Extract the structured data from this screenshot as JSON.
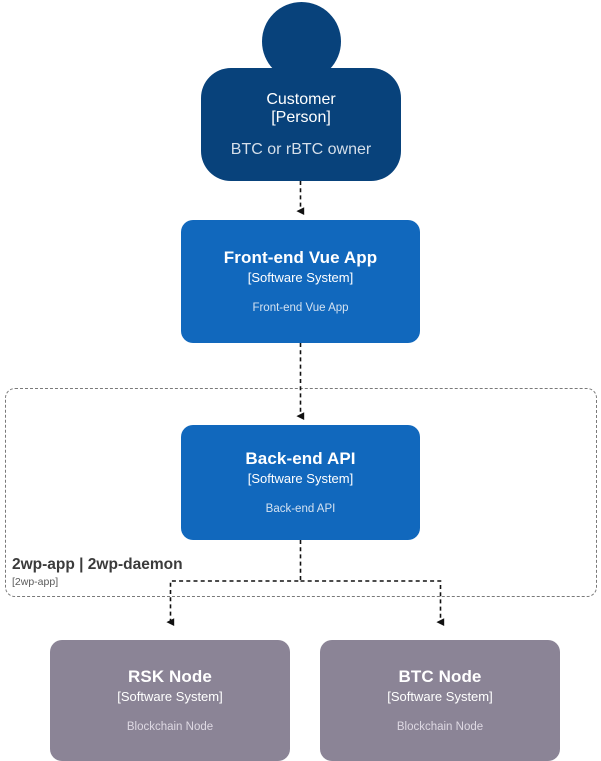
{
  "diagram": {
    "type": "c4-context",
    "colors": {
      "person": "#08427B",
      "software_system": "#1168BD",
      "external_node": "#8B8496",
      "boundary_border": "#7a7a7a",
      "connector": "#000000",
      "background": "#ffffff"
    }
  },
  "nodes": {
    "customer": {
      "title": "Customer",
      "subtitle": "[Person]",
      "description": "BTC or rBTC owner",
      "shape": "person"
    },
    "frontend": {
      "title": "Front-end Vue App",
      "subtitle": "[Software System]",
      "description": "Front-end Vue App",
      "shape": "rounded-box"
    },
    "backend": {
      "title": "Back-end API",
      "subtitle": "[Software System]",
      "description": "Back-end API",
      "shape": "rounded-box"
    },
    "rsk_node": {
      "title": "RSK Node",
      "subtitle": "[Software System]",
      "description": "Blockchain Node",
      "shape": "rounded-box"
    },
    "btc_node": {
      "title": "BTC Node",
      "subtitle": "[Software System]",
      "description": "Blockchain Node",
      "shape": "rounded-box"
    }
  },
  "boundary": {
    "title": "2wp-app | 2wp-daemon",
    "subtitle": "[2wp-app]",
    "style": "dashed"
  },
  "relationships": [
    {
      "from": "customer",
      "to": "frontend",
      "label": "",
      "style": "dashed-arrow"
    },
    {
      "from": "frontend",
      "to": "backend",
      "label": "",
      "style": "dashed-arrow"
    },
    {
      "from": "backend",
      "to": "rsk_node",
      "label": "",
      "style": "dashed-arrow"
    },
    {
      "from": "backend",
      "to": "btc_node",
      "label": "",
      "style": "dashed-arrow"
    }
  ]
}
